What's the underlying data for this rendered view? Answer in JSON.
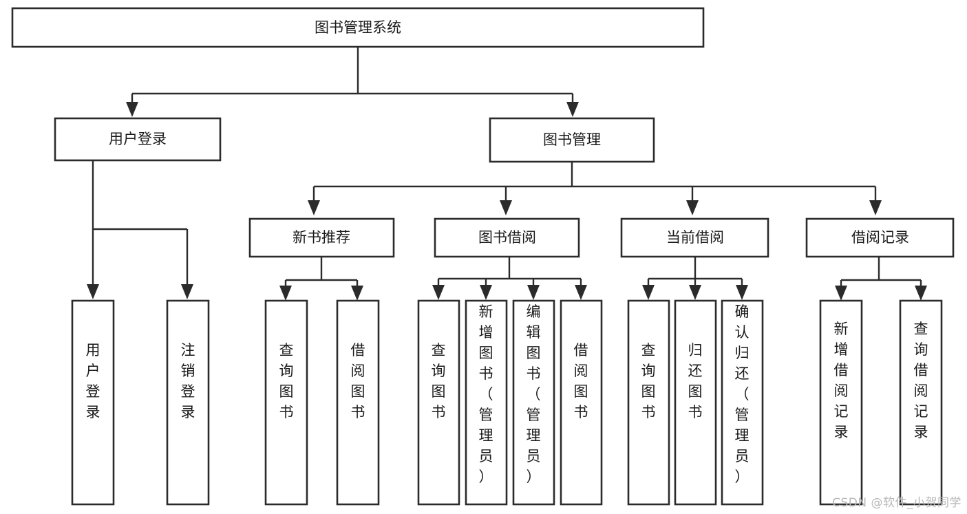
{
  "diagram": {
    "type": "tree",
    "title": "图书管理系统",
    "orientation": "top-down",
    "watermark": "CSDN @软件_小贺同学",
    "colors": {
      "background": "#ffffff",
      "box_fill": "#ffffff",
      "box_stroke": "#2b2b2b",
      "connector": "#2b2b2b",
      "text": "#1b1b1b",
      "watermark": "#b7b7b7"
    },
    "nodes": {
      "root": {
        "label": "图书管理系统",
        "level": 1
      },
      "l2": [
        {
          "id": "user-login",
          "label": "用户登录",
          "level": 2
        },
        {
          "id": "book-manage",
          "label": "图书管理",
          "level": 2
        }
      ],
      "l3": [
        {
          "id": "new-book-recommend",
          "label": "新书推荐",
          "level": 3
        },
        {
          "id": "book-borrow",
          "label": "图书借阅",
          "level": 3
        },
        {
          "id": "current-borrow",
          "label": "当前借阅",
          "level": 3
        },
        {
          "id": "borrow-record",
          "label": "借阅记录",
          "level": 3
        }
      ],
      "leaves": {
        "user-login": [
          {
            "id": "leaf-user-login",
            "label": "用户登录"
          },
          {
            "id": "leaf-logout-login",
            "label": "注销登录"
          }
        ],
        "new-book-recommend": [
          {
            "id": "leaf-query-book-1",
            "label": "查询图书"
          },
          {
            "id": "leaf-borrow-book-1",
            "label": "借阅图书"
          }
        ],
        "book-borrow": [
          {
            "id": "leaf-query-book-2",
            "label": "查询图书"
          },
          {
            "id": "leaf-add-book",
            "label": "新增图书（管理员）"
          },
          {
            "id": "leaf-edit-book",
            "label": "编辑图书（管理员）"
          },
          {
            "id": "leaf-borrow-book-2",
            "label": "借阅图书"
          }
        ],
        "current-borrow": [
          {
            "id": "leaf-query-book-3",
            "label": "查询图书"
          },
          {
            "id": "leaf-return-book",
            "label": "归还图书"
          },
          {
            "id": "leaf-confirm-return",
            "label": "确认归还（管理员）"
          }
        ],
        "borrow-record": [
          {
            "id": "leaf-add-record",
            "label": "新增借阅记录"
          },
          {
            "id": "leaf-query-record",
            "label": "查询借阅记录"
          }
        ]
      }
    },
    "edges": [
      {
        "from": "图书管理系统",
        "to": "用户登录"
      },
      {
        "from": "图书管理系统",
        "to": "图书管理"
      },
      {
        "from": "用户登录",
        "to": "用户登录"
      },
      {
        "from": "用户登录",
        "to": "注销登录"
      },
      {
        "from": "图书管理",
        "to": "新书推荐"
      },
      {
        "from": "图书管理",
        "to": "图书借阅"
      },
      {
        "from": "图书管理",
        "to": "当前借阅"
      },
      {
        "from": "图书管理",
        "to": "借阅记录"
      },
      {
        "from": "新书推荐",
        "to": "查询图书"
      },
      {
        "from": "新书推荐",
        "to": "借阅图书"
      },
      {
        "from": "图书借阅",
        "to": "查询图书"
      },
      {
        "from": "图书借阅",
        "to": "新增图书（管理员）"
      },
      {
        "from": "图书借阅",
        "to": "编辑图书（管理员）"
      },
      {
        "from": "图书借阅",
        "to": "借阅图书"
      },
      {
        "from": "当前借阅",
        "to": "查询图书"
      },
      {
        "from": "当前借阅",
        "to": "归还图书"
      },
      {
        "from": "当前借阅",
        "to": "确认归还（管理员）"
      },
      {
        "from": "借阅记录",
        "to": "新增借阅记录"
      },
      {
        "from": "借阅记录",
        "to": "查询借阅记录"
      }
    ]
  }
}
